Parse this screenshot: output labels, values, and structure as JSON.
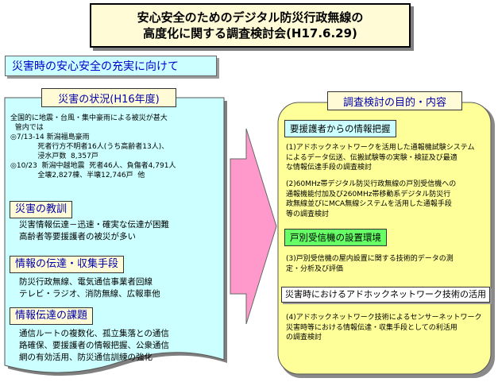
{
  "title": {
    "line1": "安心安全のためのデジタル防災行政無線の",
    "line2": "高度化に関する調査検討会(H17.6.29)"
  },
  "subtitle": "災害時の安心安全の充実に向けて",
  "left": {
    "title": "災害の状況(H16年度)",
    "intro": [
      "全国的に地震・台風・集中豪雨による被災が甚大",
      "  管内では",
      "◎7/13-14 新潟福島豪雨",
      "            死者行方不明者16人(うち高齢者13人)、",
      "            浸水戸数  8,357戸",
      "◎10/23  新潟中越地震  死者46人、負傷者4,791人",
      "            全壊2,827棟、半壊12,746戸  他"
    ],
    "sections": [
      {
        "label": "災害の教訓",
        "text": [
          "災害情報伝達－迅速・確実な伝達が困難",
          "高齢者等要援護者の被災が多い"
        ]
      },
      {
        "label": "情報の伝達・収集手段",
        "text": [
          "防災行政無線、電気通信事業者回線",
          "テレビ・ラジオ、消防無線、広報車他"
        ]
      },
      {
        "label": "情報伝達の課題",
        "text": [
          "通信ルートの複数化、孤立集落との通信",
          "路確保、要援護者の情報把握、公衆通信",
          "網の有効活用、防災通信訓練の強化"
        ]
      }
    ]
  },
  "right": {
    "title": "調査検討の目的・内容",
    "sections": [
      {
        "label": "要援護者からの情報把握",
        "style": "cyan",
        "items": [
          [
            "(1)アドホックネットワークを活用した通報機試験システム",
            "  によるデータ伝送、伝搬試験等の実験・検証及び最適",
            "  な情報伝達手段の調査検討"
          ],
          [
            "(2)60MHz帯デジタル防災行政無線の戸別受信機への",
            "  通報機能付加及び260MHz帯移動系デジタル防災行",
            "  政無線並びにMCA無線システムを活用した通報手段",
            "  等の調査検討"
          ]
        ]
      },
      {
        "label": "戸別受信機の設置環境",
        "style": "green",
        "items": [
          [
            "(3)戸別受信機の屋内設置に関する技術的データの測",
            "  定・分析及び評価"
          ]
        ]
      },
      {
        "label": "災害時におけるアドホックネットワーク技術の活用",
        "style": "white",
        "items": [
          [
            "(4)アドホックネットワーク技術によるセンサーネットワーク",
            "  災害時等における情報伝達・収集手段としての利活用",
            "  の調査検討"
          ]
        ]
      }
    ]
  },
  "colors": {
    "left_panel": "#ccffff",
    "right_panel": "#ffff99",
    "arrow": "#ff99cc",
    "label_yellow": "#fffbd6",
    "label_green": "#66ff66"
  }
}
